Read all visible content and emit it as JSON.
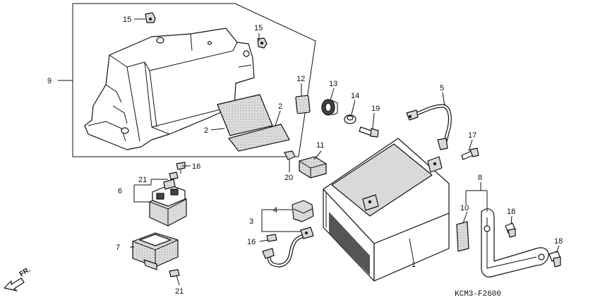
{
  "diagram_code": "KCM3-F2600",
  "direction_label": "FR.",
  "callouts": {
    "c1": "1",
    "c2a": "2",
    "c2b": "2",
    "c3": "3",
    "c4": "4",
    "c5": "5",
    "c6": "6",
    "c7": "7",
    "c8": "8",
    "c9": "9",
    "c10": "10",
    "c11": "11",
    "c12": "12",
    "c13": "13",
    "c14": "14",
    "c15a": "15",
    "c15b": "15",
    "c16a": "16",
    "c16b": "16",
    "c17": "17",
    "c18a": "18",
    "c18b": "18",
    "c19": "19",
    "c20": "20",
    "c21a": "21",
    "c21b": "21"
  }
}
